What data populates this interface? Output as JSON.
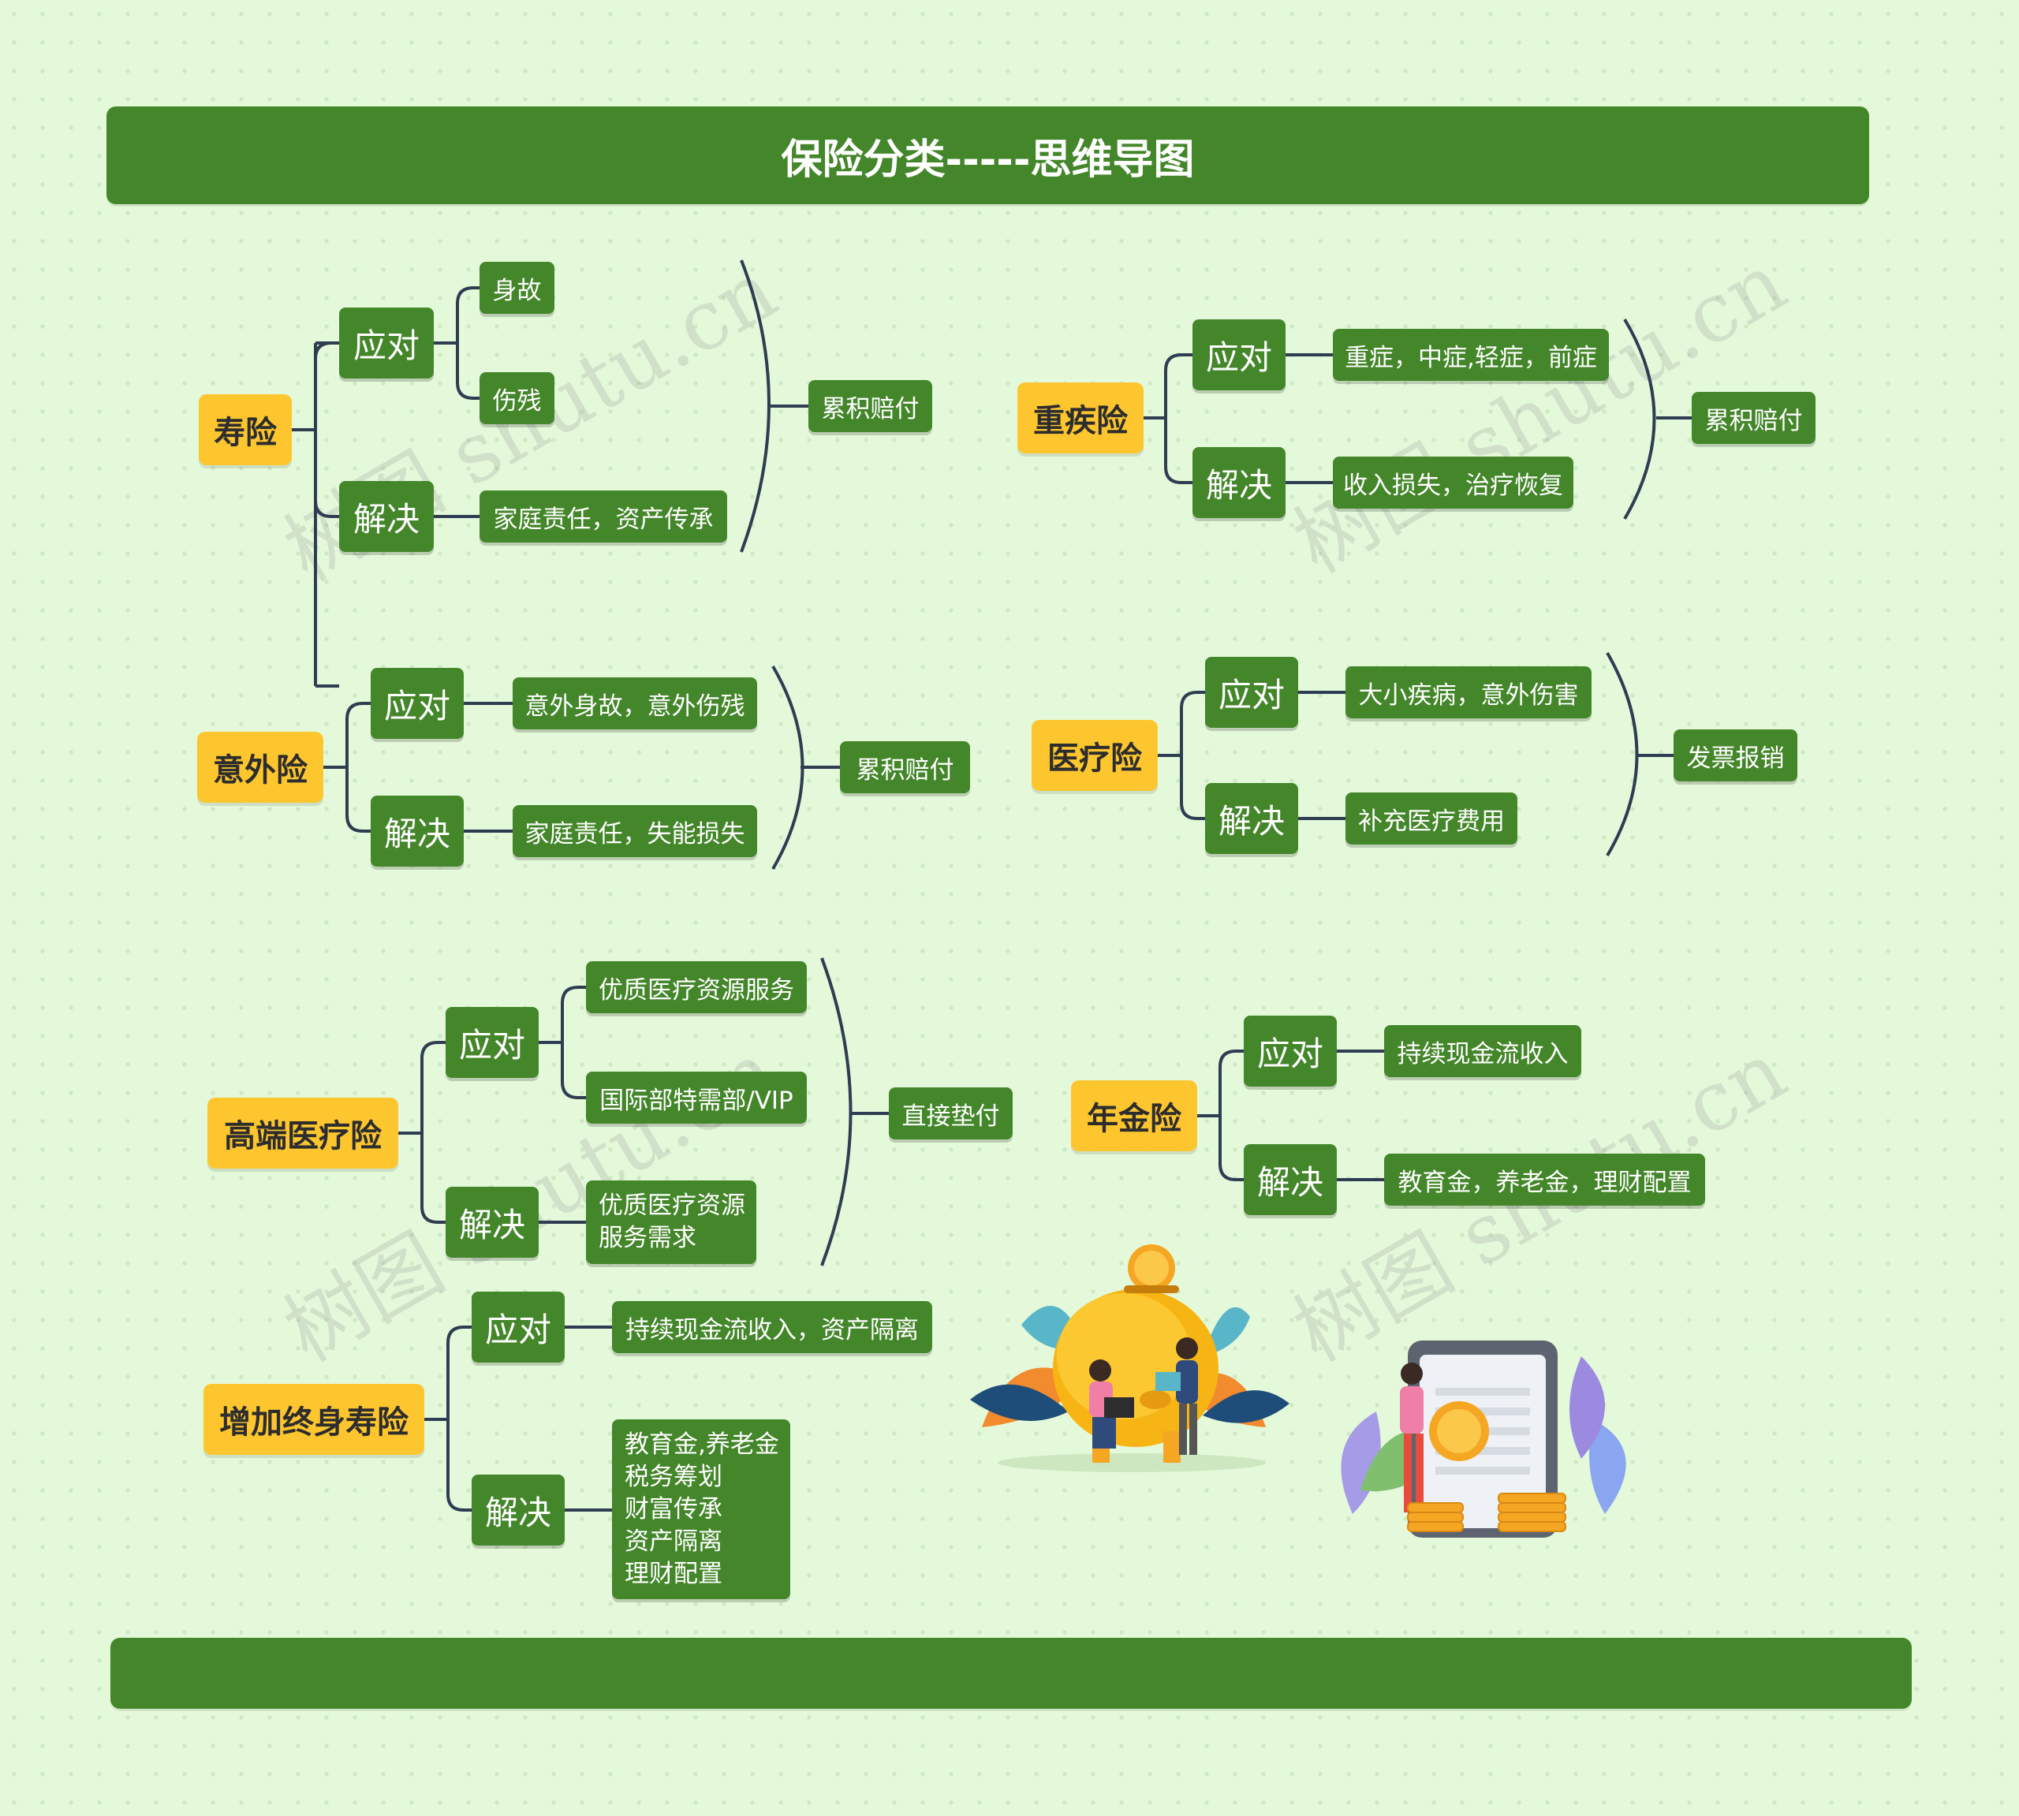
{
  "title": "保险分类-----思维导图",
  "watermark": "树图 shutu.cn",
  "colors": {
    "background": "#e4f9da",
    "banner": "#44862a",
    "root": "#fdc62f",
    "node": "#44862a",
    "line": "#2f3d52"
  },
  "maps": {
    "shouxian": {
      "root": "寿险",
      "respond": "应对",
      "solve": "解决",
      "respond_items": [
        "身故",
        "伤残"
      ],
      "solve_items": [
        "家庭责任，资产传承"
      ],
      "summary": "累积赔付"
    },
    "zhongjixian": {
      "root": "重疾险",
      "respond": "应对",
      "solve": "解决",
      "respond_items": [
        "重症，中症,轻症，前症"
      ],
      "solve_items": [
        "收入损失，治疗恢复"
      ],
      "summary": "累积赔付"
    },
    "yiwaixian": {
      "root": "意外险",
      "respond": "应对",
      "solve": "解决",
      "respond_items": [
        "意外身故，意外伤残"
      ],
      "solve_items": [
        "家庭责任，失能损失"
      ],
      "summary": "累积赔付"
    },
    "yiliaoxian": {
      "root": "医疗险",
      "respond": "应对",
      "solve": "解决",
      "respond_items": [
        "大小疾病，意外伤害"
      ],
      "solve_items": [
        "补充医疗费用"
      ],
      "summary": "发票报销"
    },
    "gaoduan": {
      "root": "高端医疗险",
      "respond": "应对",
      "solve": "解决",
      "respond_items": [
        "优质医疗资源服务",
        "国际部特需部/VIP"
      ],
      "solve_lines": [
        "优质医疗资源",
        "服务需求"
      ],
      "summary": "直接垫付"
    },
    "nianjin": {
      "root": "年金险",
      "respond": "应对",
      "solve": "解决",
      "respond_items": [
        "持续现金流收入"
      ],
      "solve_items": [
        "教育金，养老金，理财配置"
      ]
    },
    "zengjia": {
      "root": "增加终身寿险",
      "respond": "应对",
      "solve": "解决",
      "respond_items": [
        "持续现金流收入，资产隔离"
      ],
      "solve_lines": [
        "教育金,养老金",
        "税务筹划",
        "财富传承",
        "资产隔离",
        "理财配置"
      ]
    }
  },
  "illustrations": [
    "piggy-bank-illustration",
    "phone-coins-illustration"
  ]
}
